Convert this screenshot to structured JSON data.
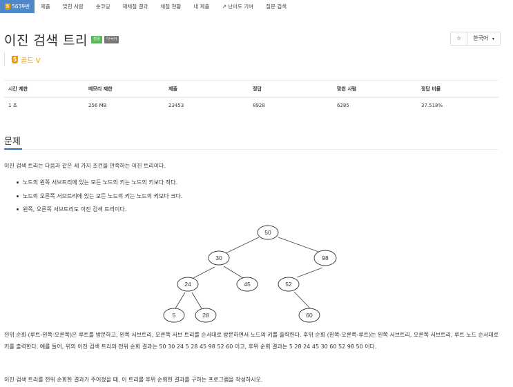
{
  "nav": {
    "problem_id": "5639번",
    "tier_badge_glyph": "5",
    "items": [
      "제출",
      "맞힌 사람",
      "숏코딩",
      "재채점 결과",
      "채점 현황",
      "내 제출",
      "난이도 기여",
      "질문 검색"
    ],
    "external_icon": "↗"
  },
  "header": {
    "title": "이진 검색 트리",
    "labels": [
      "성공",
      "다국어"
    ],
    "tier_text": "골드 V",
    "tier_glyph": "5",
    "star_icon": "☆",
    "language": "한국어",
    "caret": "▾"
  },
  "info": {
    "headers": [
      "시간 제한",
      "메모리 제한",
      "제출",
      "정답",
      "맞힌 사람",
      "정답 비율"
    ],
    "values": [
      "1 초",
      "256 MB",
      "23453",
      "8928",
      "6285",
      "37.518%"
    ]
  },
  "colors": {
    "nav_active": "#4f87c8",
    "tier_gold": "#ec9a00",
    "label_success": "#5cb85c",
    "label_multi": "#777777",
    "section_underline": "#2a6fb5"
  },
  "problem": {
    "section_title": "문제",
    "intro": "이진 검색 트리는 다음과 같은 세 가지 조건을 만족하는 이진 트리이다.",
    "conditions": [
      "노드의 왼쪽 서브트리에 있는 모든 노드의 키는 노드의 키보다 작다.",
      "노드의 오른쪽 서브트리에 있는 모든 노드의 키는 노드의 키보다 크다.",
      "왼쪽, 오른쪽 서브트리도 이진 검색 트리이다."
    ],
    "tree_nodes": {
      "n50": "50",
      "n30": "30",
      "n98": "98",
      "n24": "24",
      "n45": "45",
      "n52": "52",
      "n5": "5",
      "n28": "28",
      "n60": "60"
    },
    "description": "전위 순회 (루트-왼쪽-오른쪽)은 루트를 방문하고, 왼쪽 서브트리, 오른쪽 서브 트리를 순서대로 방문하면서 노드의 키를 출력한다. 후위 순회 (왼쪽-오른쪽-루트)는 왼쪽 서브트리, 오른쪽 서브트리, 루트 노드 순서대로 키를 출력한다. 예를 들어, 위의 이진 검색 트리의 전위 순회 결과는 50 30 24 5 28 45 98 52 60 이고, 후위 순회 결과는 5 28 24 45 30 60 52 98 50 이다.",
    "task": "이진 검색 트리를 전위 순회한 결과가 주어졌을 때, 이 트리를 후위 순회한 결과를 구하는 프로그램을 작성하시오."
  }
}
